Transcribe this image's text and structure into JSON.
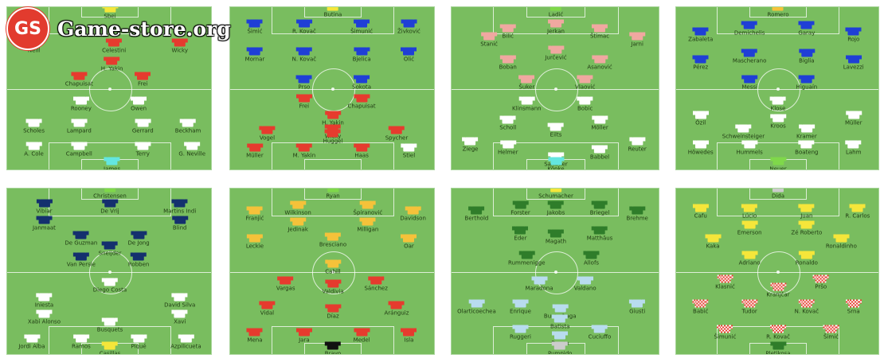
{
  "brand": {
    "logo_text": "GS",
    "site": "Game-store.org"
  },
  "colors": {
    "pitch": "#79bd5f"
  },
  "panels": [
    {
      "id": "england",
      "players": [
        {
          "name": "Sbei",
          "c": "#f5e63a"
        },
        {
          "name": "Neill",
          "c": "#e63b2e"
        },
        {
          "name": "Celestini",
          "c": "#e63b2e"
        },
        {
          "name": "Wicky",
          "c": "#e63b2e"
        },
        {
          "name": "H. Yakin",
          "c": "#e63b2e"
        },
        {
          "name": "Chapuisat",
          "c": "#e63b2e"
        },
        {
          "name": "Frei",
          "c": "#e63b2e"
        },
        {
          "name": "Rooney",
          "c": "#ffffff"
        },
        {
          "name": "Owen",
          "c": "#ffffff"
        },
        {
          "name": "Scholes",
          "c": "#ffffff"
        },
        {
          "name": "Lampard",
          "c": "#ffffff"
        },
        {
          "name": "Gerrard",
          "c": "#ffffff"
        },
        {
          "name": "Beckham",
          "c": "#ffffff"
        },
        {
          "name": "A. Cole",
          "c": "#ffffff"
        },
        {
          "name": "Campbell",
          "c": "#ffffff"
        },
        {
          "name": "Terry",
          "c": "#ffffff"
        },
        {
          "name": "G. Neville",
          "c": "#ffffff"
        },
        {
          "name": "James",
          "c": "#63e6e0"
        }
      ]
    },
    {
      "id": "croatia-swiss",
      "players": [
        {
          "name": "Butina",
          "c": "#f5e63a"
        },
        {
          "name": "Šimić",
          "c": "#1f3fd6"
        },
        {
          "name": "R. Kovač",
          "c": "#1f3fd6"
        },
        {
          "name": "Šimunić",
          "c": "#1f3fd6"
        },
        {
          "name": "Živković",
          "c": "#1f3fd6"
        },
        {
          "name": "Mornar",
          "c": "#1f3fd6"
        },
        {
          "name": "N. Kovač",
          "c": "#1f3fd6"
        },
        {
          "name": "Bjelica",
          "c": "#1f3fd6"
        },
        {
          "name": "Olić",
          "c": "#1f3fd6"
        },
        {
          "name": "Prso",
          "c": "#1f3fd6"
        },
        {
          "name": "Šokota",
          "c": "#1f3fd6"
        },
        {
          "name": "Frei",
          "c": "#e63b2e"
        },
        {
          "name": "Chapuisat",
          "c": "#e63b2e"
        },
        {
          "name": "H. Yakin",
          "c": "#e63b2e"
        },
        {
          "name": "Wicky",
          "c": "#e63b2e"
        },
        {
          "name": "Vogel",
          "c": "#e63b2e"
        },
        {
          "name": "Huggel",
          "c": "#e63b2e"
        },
        {
          "name": "Spycher",
          "c": "#e63b2e"
        },
        {
          "name": "Müller",
          "c": "#e63b2e"
        },
        {
          "name": "M. Yakin",
          "c": "#e63b2e"
        },
        {
          "name": "Haas",
          "c": "#e63b2e"
        },
        {
          "name": "Stiel",
          "c": "#ffffff"
        }
      ]
    },
    {
      "id": "croatia-germany",
      "players": [
        {
          "name": "Ladić",
          "c": "#7fd84a"
        },
        {
          "name": "Jerkan",
          "c": "#f0a8a0"
        },
        {
          "name": "Stanić",
          "c": "#f0a8a0"
        },
        {
          "name": "Bilić",
          "c": "#f0a8a0"
        },
        {
          "name": "Štimac",
          "c": "#f0a8a0"
        },
        {
          "name": "Jarni",
          "c": "#f0a8a0"
        },
        {
          "name": "Jurčević",
          "c": "#f0a8a0"
        },
        {
          "name": "Boban",
          "c": "#f0a8a0"
        },
        {
          "name": "Asanović",
          "c": "#f0a8a0"
        },
        {
          "name": "Šuker",
          "c": "#f0a8a0"
        },
        {
          "name": "Vlaović",
          "c": "#f0a8a0"
        },
        {
          "name": "Klinsmann",
          "c": "#ffffff"
        },
        {
          "name": "Bobic",
          "c": "#ffffff"
        },
        {
          "name": "Scholl",
          "c": "#ffffff"
        },
        {
          "name": "Möller",
          "c": "#ffffff"
        },
        {
          "name": "Eilts",
          "c": "#ffffff"
        },
        {
          "name": "Ziege",
          "c": "#ffffff"
        },
        {
          "name": "Helmer",
          "c": "#ffffff"
        },
        {
          "name": "Babbel",
          "c": "#ffffff"
        },
        {
          "name": "Reuter",
          "c": "#ffffff"
        },
        {
          "name": "Sammer",
          "c": "#ffffff"
        },
        {
          "name": "Köpke",
          "c": "#63e6e0"
        }
      ]
    },
    {
      "id": "argentina-germany",
      "players": [
        {
          "name": "Romero",
          "c": "#f5c23a"
        },
        {
          "name": "Zabaleta",
          "c": "#1f3fd6"
        },
        {
          "name": "Demichelis",
          "c": "#1f3fd6"
        },
        {
          "name": "Garay",
          "c": "#1f3fd6"
        },
        {
          "name": "Rojo",
          "c": "#1f3fd6"
        },
        {
          "name": "Mascherano",
          "c": "#1f3fd6"
        },
        {
          "name": "Biglia",
          "c": "#1f3fd6"
        },
        {
          "name": "Pérez",
          "c": "#1f3fd6"
        },
        {
          "name": "Lavezzi",
          "c": "#1f3fd6"
        },
        {
          "name": "Messi",
          "c": "#1f3fd6"
        },
        {
          "name": "Higuaín",
          "c": "#1f3fd6"
        },
        {
          "name": "Klose",
          "c": "#ffffff"
        },
        {
          "name": "Özil",
          "c": "#ffffff"
        },
        {
          "name": "Kroos",
          "c": "#ffffff"
        },
        {
          "name": "Müller",
          "c": "#ffffff"
        },
        {
          "name": "Schweinsteiger",
          "c": "#ffffff"
        },
        {
          "name": "Kramer",
          "c": "#ffffff"
        },
        {
          "name": "Höwedes",
          "c": "#ffffff"
        },
        {
          "name": "Hummels",
          "c": "#ffffff"
        },
        {
          "name": "Boateng",
          "c": "#ffffff"
        },
        {
          "name": "Lahm",
          "c": "#ffffff"
        },
        {
          "name": "Neuer",
          "c": "#7fd84a"
        }
      ]
    },
    {
      "id": "denmark-spain",
      "players": [
        {
          "name": "Christensen",
          "c": "#7fd84a"
        },
        {
          "name": "Vibiar",
          "c": "#14306e"
        },
        {
          "name": "De Vrij",
          "c": "#14306e"
        },
        {
          "name": "Martins Indi",
          "c": "#14306e"
        },
        {
          "name": "Janmaat",
          "c": "#14306e"
        },
        {
          "name": "Blind",
          "c": "#14306e"
        },
        {
          "name": "De Guzman",
          "c": "#14306e"
        },
        {
          "name": "De Jong",
          "c": "#14306e"
        },
        {
          "name": "Sneijder",
          "c": "#14306e"
        },
        {
          "name": "Van Persie",
          "c": "#14306e"
        },
        {
          "name": "Robben",
          "c": "#14306e"
        },
        {
          "name": "Diego Costa",
          "c": "#ffffff"
        },
        {
          "name": "Iniesta",
          "c": "#ffffff"
        },
        {
          "name": "David Silva",
          "c": "#ffffff"
        },
        {
          "name": "Xabi Alonso",
          "c": "#ffffff"
        },
        {
          "name": "Xavi",
          "c": "#ffffff"
        },
        {
          "name": "Busquets",
          "c": "#ffffff"
        },
        {
          "name": "Jordi Alba",
          "c": "#ffffff"
        },
        {
          "name": "Ramos",
          "c": "#ffffff"
        },
        {
          "name": "Piqué",
          "c": "#ffffff"
        },
        {
          "name": "Azpilicueta",
          "c": "#ffffff"
        },
        {
          "name": "Casillas",
          "c": "#f5e63a"
        }
      ]
    },
    {
      "id": "chile-colombia",
      "players": [
        {
          "name": "Ryan",
          "c": "#7fd84a"
        },
        {
          "name": "Franjić",
          "c": "#f5c23a"
        },
        {
          "name": "Wilkinson",
          "c": "#f5c23a"
        },
        {
          "name": "Špiranović",
          "c": "#f5c23a"
        },
        {
          "name": "Davidson",
          "c": "#f5c23a"
        },
        {
          "name": "Jedinak",
          "c": "#f5c23a"
        },
        {
          "name": "Milligan",
          "c": "#f5c23a"
        },
        {
          "name": "Leckie",
          "c": "#f5c23a"
        },
        {
          "name": "Bresciano",
          "c": "#f5c23a"
        },
        {
          "name": "Oar",
          "c": "#f5c23a"
        },
        {
          "name": "Cahill",
          "c": "#f5c23a"
        },
        {
          "name": "Vargas",
          "c": "#e63b2e"
        },
        {
          "name": "Valdivia",
          "c": "#e63b2e"
        },
        {
          "name": "Sánchez",
          "c": "#e63b2e"
        },
        {
          "name": "Vidal",
          "c": "#e63b2e"
        },
        {
          "name": "Díaz",
          "c": "#e63b2e"
        },
        {
          "name": "Aránguiz",
          "c": "#e63b2e"
        },
        {
          "name": "Mena",
          "c": "#e63b2e"
        },
        {
          "name": "Jara",
          "c": "#e63b2e"
        },
        {
          "name": "Medel",
          "c": "#e63b2e"
        },
        {
          "name": "Isla",
          "c": "#e63b2e"
        },
        {
          "name": "Bravo",
          "c": "#111111"
        }
      ]
    },
    {
      "id": "germany-argentina",
      "players": [
        {
          "name": "Schumacher",
          "c": "#f5e63a"
        },
        {
          "name": "Berthold",
          "c": "#2f7d2a"
        },
        {
          "name": "Forster",
          "c": "#2f7d2a"
        },
        {
          "name": "Jakobs",
          "c": "#2f7d2a"
        },
        {
          "name": "Briegel",
          "c": "#2f7d2a"
        },
        {
          "name": "Brehme",
          "c": "#2f7d2a"
        },
        {
          "name": "Eder",
          "c": "#2f7d2a"
        },
        {
          "name": "Magath",
          "c": "#2f7d2a"
        },
        {
          "name": "Matthäus",
          "c": "#2f7d2a"
        },
        {
          "name": "Rummenigge",
          "c": "#2f7d2a"
        },
        {
          "name": "Allofs",
          "c": "#2f7d2a"
        },
        {
          "name": "Maradona",
          "c": "#b8dcee"
        },
        {
          "name": "Valdano",
          "c": "#b8dcee"
        },
        {
          "name": "Olarticoechea",
          "c": "#b8dcee"
        },
        {
          "name": "Enrique",
          "c": "#b8dcee"
        },
        {
          "name": "Burruchaga",
          "c": "#b8dcee"
        },
        {
          "name": "Giusti",
          "c": "#b8dcee"
        },
        {
          "name": "Batista",
          "c": "#b8dcee"
        },
        {
          "name": "Ruggeri",
          "c": "#b8dcee"
        },
        {
          "name": "Cuciuffo",
          "c": "#b8dcee"
        },
        {
          "name": "Brown",
          "c": "#b8dcee"
        },
        {
          "name": "Pumpido",
          "c": "#cccccc"
        }
      ]
    },
    {
      "id": "brazil-croatia",
      "players": [
        {
          "name": "Dida",
          "c": "#cccccc"
        },
        {
          "name": "Cafu",
          "c": "#f5e63a"
        },
        {
          "name": "Lúcio",
          "c": "#f5e63a"
        },
        {
          "name": "Juan",
          "c": "#f5e63a"
        },
        {
          "name": "R. Carlos",
          "c": "#f5e63a"
        },
        {
          "name": "Emerson",
          "c": "#f5e63a"
        },
        {
          "name": "Zé Roberto",
          "c": "#f5e63a"
        },
        {
          "name": "Kaka",
          "c": "#f5e63a"
        },
        {
          "name": "Ronaldinho",
          "c": "#f5e63a"
        },
        {
          "name": "Adriano",
          "c": "#f5e63a"
        },
        {
          "name": "Ronaldo",
          "c": "#f5e63a"
        },
        {
          "name": "Klasnić",
          "c": "#ffffff",
          "check": true
        },
        {
          "name": "Pršo",
          "c": "#ffffff",
          "check": true
        },
        {
          "name": "Kranjčar",
          "c": "#ffffff",
          "check": true
        },
        {
          "name": "Babić",
          "c": "#ffffff",
          "check": true
        },
        {
          "name": "Tudor",
          "c": "#ffffff",
          "check": true
        },
        {
          "name": "N. Kovač",
          "c": "#ffffff",
          "check": true
        },
        {
          "name": "Srna",
          "c": "#ffffff",
          "check": true
        },
        {
          "name": "Šimunić",
          "c": "#ffffff",
          "check": true
        },
        {
          "name": "R. Kovač",
          "c": "#ffffff",
          "check": true
        },
        {
          "name": "Šimić",
          "c": "#ffffff",
          "check": true
        },
        {
          "name": "Pletikosa",
          "c": "#2f7d2a"
        }
      ]
    }
  ]
}
